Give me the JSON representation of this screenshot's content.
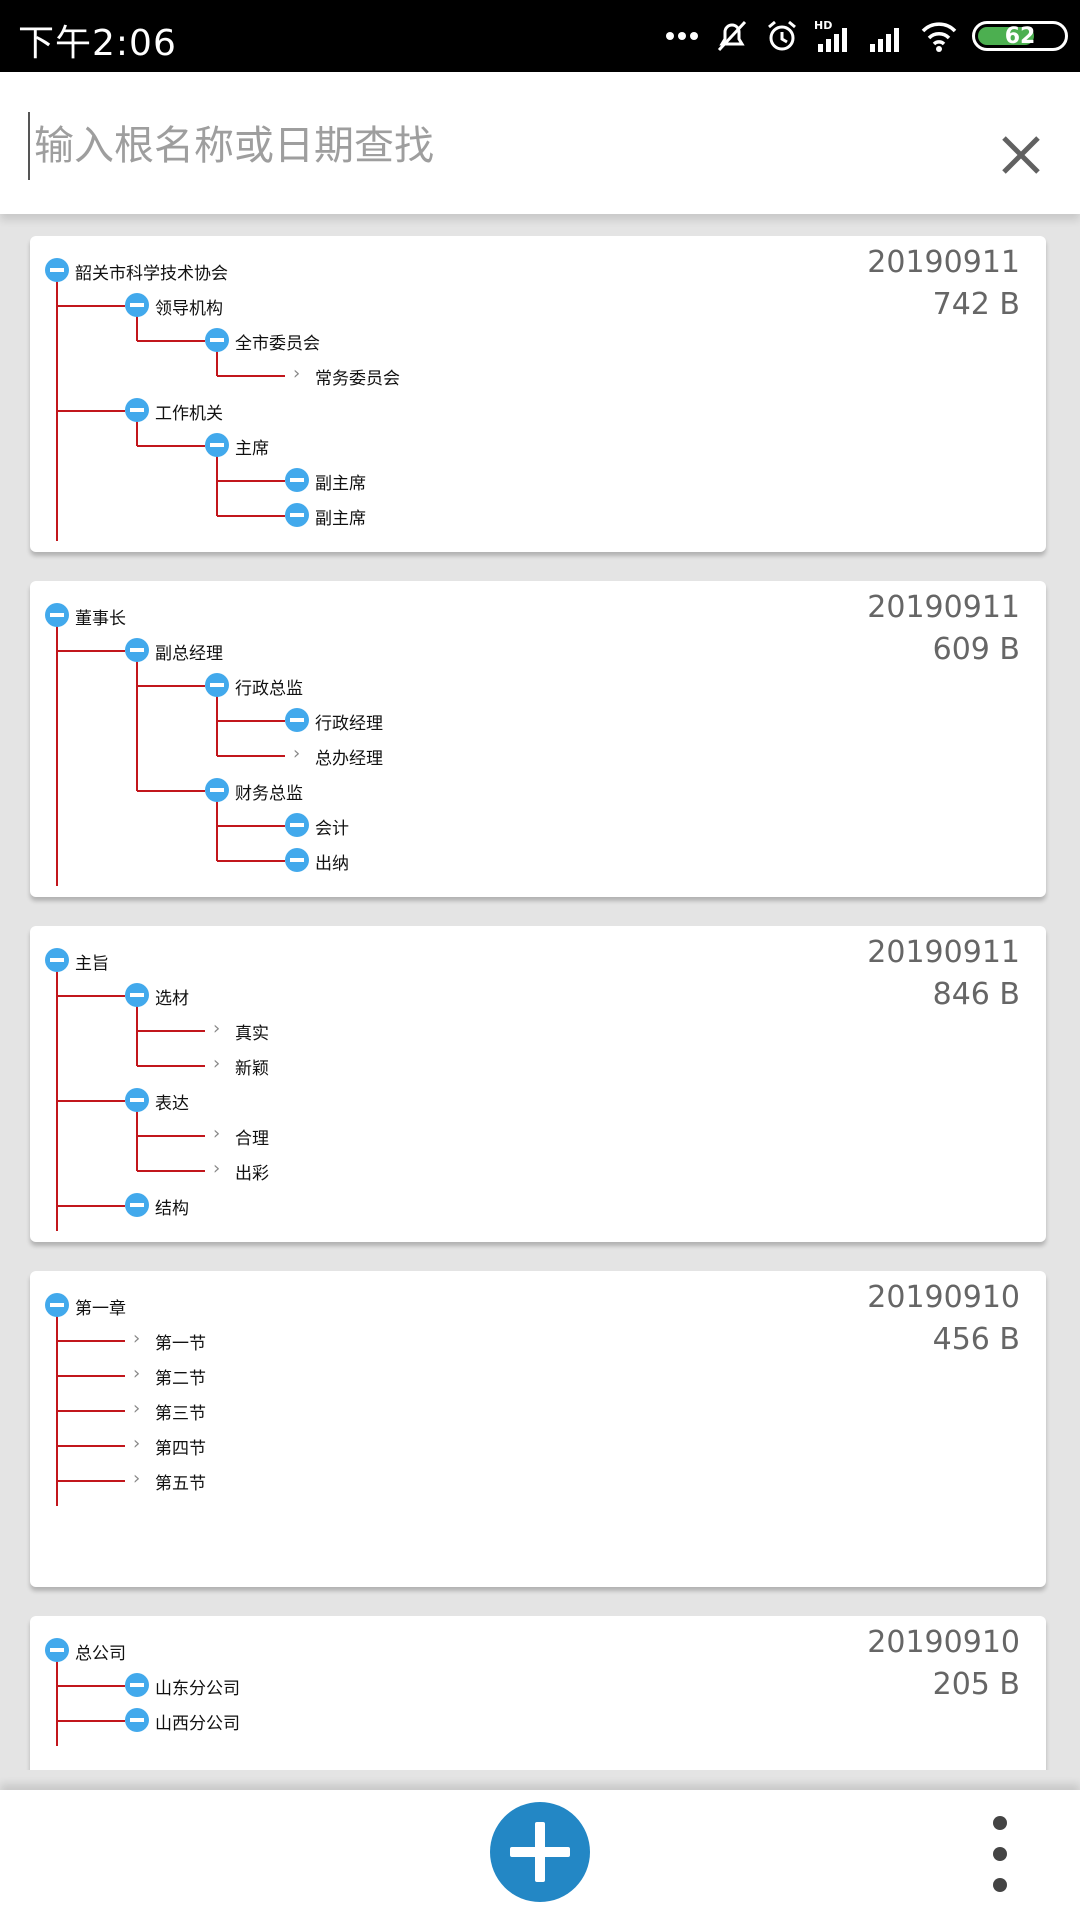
{
  "status_bar": {
    "time": "下午2:06",
    "battery": "62",
    "icons": [
      "more-dots-icon",
      "bell-off-icon",
      "alarm-icon",
      "hd-signal-icon",
      "signal-icon",
      "wifi-icon",
      "battery-icon"
    ]
  },
  "search": {
    "placeholder": "输入根名称或日期查找",
    "clear_icon": "close-icon"
  },
  "cards": [
    {
      "date": "20190911",
      "size": "742 B",
      "nodes": [
        {
          "label": "韶关市科学技术协会",
          "depth": 0,
          "expanded": true
        },
        {
          "label": "领导机构",
          "depth": 1,
          "expanded": true
        },
        {
          "label": "全市委员会",
          "depth": 2,
          "expanded": true
        },
        {
          "label": "常务委员会",
          "depth": 3,
          "expanded": false
        },
        {
          "label": "工作机关",
          "depth": 1,
          "expanded": true
        },
        {
          "label": "主席",
          "depth": 2,
          "expanded": true
        },
        {
          "label": "副主席",
          "depth": 3,
          "expanded": true
        },
        {
          "label": "副主席",
          "depth": 3,
          "expanded": true
        }
      ]
    },
    {
      "date": "20190911",
      "size": "609 B",
      "nodes": [
        {
          "label": "董事长",
          "depth": 0,
          "expanded": true
        },
        {
          "label": "副总经理",
          "depth": 1,
          "expanded": true
        },
        {
          "label": "行政总监",
          "depth": 2,
          "expanded": true
        },
        {
          "label": "行政经理",
          "depth": 3,
          "expanded": true
        },
        {
          "label": "总办经理",
          "depth": 3,
          "expanded": false
        },
        {
          "label": "财务总监",
          "depth": 2,
          "expanded": true
        },
        {
          "label": "会计",
          "depth": 3,
          "expanded": true
        },
        {
          "label": "出纳",
          "depth": 3,
          "expanded": true
        }
      ]
    },
    {
      "date": "20190911",
      "size": "846 B",
      "nodes": [
        {
          "label": "主旨",
          "depth": 0,
          "expanded": true
        },
        {
          "label": "选材",
          "depth": 1,
          "expanded": true
        },
        {
          "label": "真实",
          "depth": 2,
          "expanded": false
        },
        {
          "label": "新颖",
          "depth": 2,
          "expanded": false
        },
        {
          "label": "表达",
          "depth": 1,
          "expanded": true
        },
        {
          "label": "合理",
          "depth": 2,
          "expanded": false
        },
        {
          "label": "出彩",
          "depth": 2,
          "expanded": false
        },
        {
          "label": "结构",
          "depth": 1,
          "expanded": true
        }
      ]
    },
    {
      "date": "20190910",
      "size": "456 B",
      "nodes": [
        {
          "label": "第一章",
          "depth": 0,
          "expanded": true
        },
        {
          "label": "第一节",
          "depth": 1,
          "expanded": false
        },
        {
          "label": "第二节",
          "depth": 1,
          "expanded": false
        },
        {
          "label": "第三节",
          "depth": 1,
          "expanded": false
        },
        {
          "label": "第四节",
          "depth": 1,
          "expanded": false
        },
        {
          "label": "第五节",
          "depth": 1,
          "expanded": false
        }
      ]
    },
    {
      "date": "20190910",
      "size": "205 B",
      "nodes": [
        {
          "label": "总公司",
          "depth": 0,
          "expanded": true
        },
        {
          "label": "山东分公司",
          "depth": 1,
          "expanded": true
        },
        {
          "label": "山西分公司",
          "depth": 1,
          "expanded": true
        }
      ]
    }
  ],
  "bottom_bar": {
    "add_icon": "plus-icon",
    "more_icon": "more-vert-icon"
  },
  "colors": {
    "accent": "#2387c5",
    "node_icon": "#42a9ec",
    "connector": "#c2161c"
  }
}
